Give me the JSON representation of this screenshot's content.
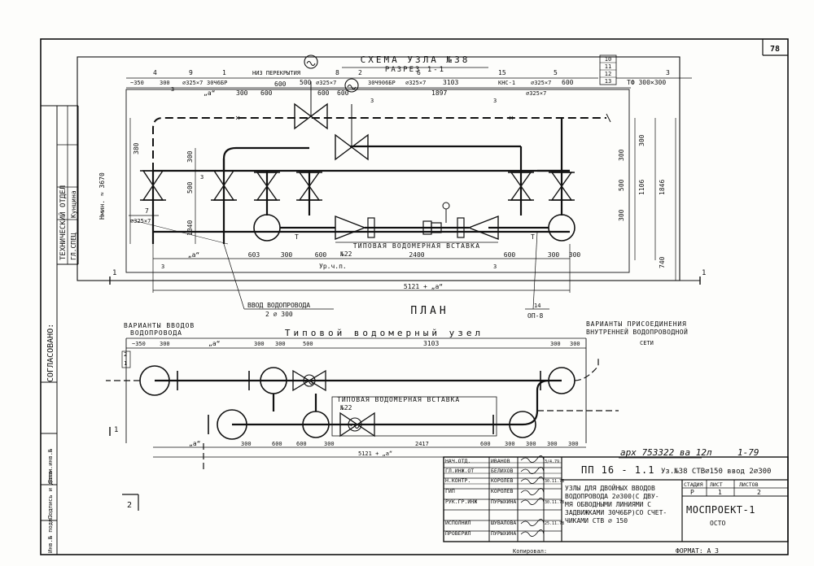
{
  "sheet_number": "78",
  "left_strip": {
    "approved": "СОГЛАСОВАНО:",
    "dept": "ТЕХНИЧЕСКИЙ ОТДЕЛ",
    "role": "ГЛ.СПЕЦ",
    "person": "Кунцина",
    "bottom_fields": [
      "Инв.№ подл.",
      "Подпись и дата",
      "Взам.инв.№"
    ]
  },
  "plan": {
    "scheme_title": "СХЕМА УЗЛА №38",
    "section_label": "РАЗРЕЗ 1-1",
    "title": "ПЛАН",
    "overlap_note": "НИЗ ПЕРЕКРЫТИЯ",
    "height_label": "Нмин. ≈ 3670",
    "insert_label": "ТИПОВАЯ ВОДОМЕРНАЯ ВСТАВКА",
    "insert_number": "№22",
    "inlet_label": "ВВОД ВОДОПРОВОДА",
    "inlet_spec": "2 ⌀ 300",
    "floor_level": "Ур.ч.п.",
    "op_label": "ОП-8",
    "tf_label": "ТФ 300×300",
    "nodes_top": [
      "4",
      "9",
      "1",
      "2",
      "6",
      "15",
      "5",
      "3",
      "8"
    ],
    "stack_numbers": [
      "10",
      "11",
      "12",
      "13"
    ],
    "node_7": "7",
    "node_14": "14",
    "node_T": "Т",
    "pipe_specs": {
      "ps1": "⌀325×7",
      "ps2": "30Ч6БР",
      "ps3": "⌀325×7",
      "ps4": "30Ч906БР",
      "ps5": "⌀325×7",
      "ps6": "КНС-1",
      "ps7": "⌀325×7",
      "ps8": "⌀325×7"
    },
    "dims": {
      "d350": "~350",
      "d300a": "300",
      "d600a": "600",
      "d500": "500",
      "d600b": "600",
      "d3103": "3103",
      "d600c": "600",
      "d1897": "1897",
      "d600d": "600",
      "d300b": "300",
      "d600e": "600",
      "da": "„а“",
      "d603": "603",
      "d300c": "300",
      "d600f": "600",
      "d2400": "2400",
      "d600g": "600",
      "d300d": "300",
      "d300e": "300",
      "dtotal": "5121 + „а“",
      "v300a": "300",
      "v500a": "500",
      "v1040": "1040",
      "v300b": "300",
      "v500b": "500",
      "v300c": "300",
      "v1106": "1106",
      "v1846": "1846",
      "v740": "740",
      "v380": "380",
      "v300d": "300"
    },
    "section_marks": [
      "1",
      "3",
      "3",
      "3",
      "3",
      "3",
      "3"
    ]
  },
  "lower": {
    "variants_inlet": "ВАРИАНТЫ ВВОДОВ",
    "variants_inlet_2": "ВОДОПРОВОДА",
    "title": "Типовой водомерный узел",
    "variants_connection": "ВАРИАНТЫ ПРИСОЕДИНЕНИЯ",
    "variants_connection_2": "ВНУТРЕННЕЙ ВОДОПРОВОДНОЙ",
    "variants_connection_3": "СЕТИ",
    "insert_label": "ТИПОВАЯ ВОДОМЕРНАЯ ВСТАВКА",
    "insert_number": "№22",
    "sheet_marker": "2",
    "dims": {
      "d350": "~350",
      "d300a": "300",
      "da": "„а“",
      "d300b": "300",
      "d300c": "300",
      "d500": "500",
      "d3103": "3103",
      "d300d": "300",
      "d300e": "300",
      "d300f": "300",
      "d600a": "600",
      "d600b": "600",
      "d300g": "300",
      "d600c": "600",
      "d300h": "300",
      "d300i": "300",
      "d300j": "300",
      "d300k": "300",
      "dtotal": "5121 + „а“",
      "d2417": "2417",
      "da2": "„а“",
      "v2": "2",
      "v1": "1"
    }
  },
  "handwritten_code": "арх 753322 ва 12л",
  "handwritten_year": "1-79",
  "title_block": {
    "roles": [
      {
        "role": "НАЧ.ОТД.",
        "name": "ИВАНОВ",
        "date": "3/4.79"
      },
      {
        "role": "ГЛ.ИНЖ.ОТ",
        "name": "БЕЛИХОВ",
        "date": ""
      },
      {
        "role": "Н.КОНТР.",
        "name": "КОРОЛЕВ",
        "date": "30.11.78"
      },
      {
        "role": "ГИП",
        "name": "КОРОЛЕВ",
        "date": ""
      },
      {
        "role": "РУК.ГР.ИНЖ",
        "name": "ПУРЫХИНА",
        "date": "30.11.78"
      },
      {
        "role": "",
        "name": "",
        "date": ""
      },
      {
        "role": "ИСПОЛНИЛ",
        "name": "ШУВАЛОВА",
        "date": "25.11.78"
      },
      {
        "role": "ПРОВЕРИЛ",
        "name": "ПУРЫХИНА",
        "date": ""
      }
    ],
    "project_code": "ПП 16 - 1.1",
    "project_info": "Уз.№38 СТВ⌀150 ввод 2⌀300",
    "description_lines": [
      "УЗЛЫ ДЛЯ ДВОЙНЫХ ВВОДОВ",
      "ВОДОПРОВОДА 2⌀300(С ДВУ-",
      "МЯ ОБВОДНЫМИ ЛИНИЯМИ С",
      "ЗАДВИЖКАМИ 30Ч6БР)СО СЧЕТ-",
      "ЧИКАМИ СТВ ⌀ 150"
    ],
    "stage_header": "СТАДИЯ",
    "sheet_header": "ЛИСТ",
    "sheets_header": "ЛИСТОВ",
    "stage": "Р",
    "sheet": "1",
    "sheets": "2",
    "org": "МОСПРОЕКТ-1",
    "org_sub": "ОСТО"
  },
  "copied": "Копировал:",
  "format": "ФОРМАТ: А 3"
}
